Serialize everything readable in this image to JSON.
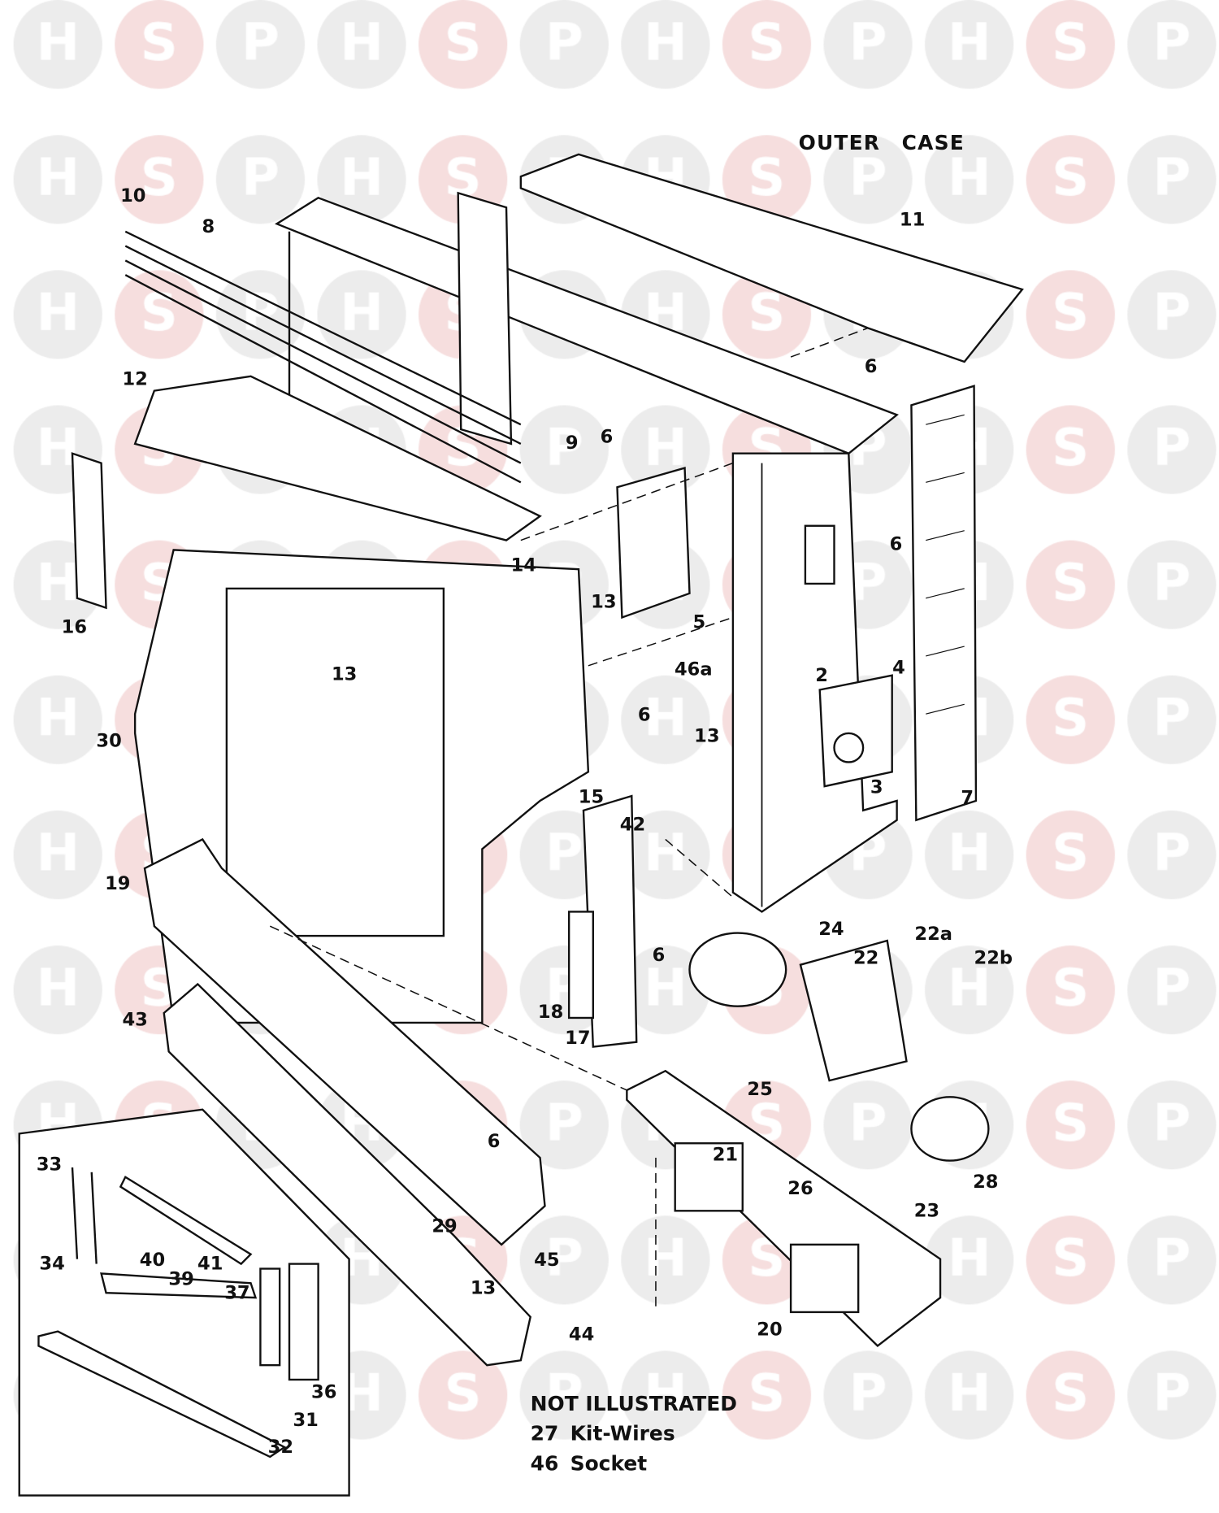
{
  "watermark": {
    "letters": [
      "H",
      "S",
      "P"
    ],
    "grey": "#ececec",
    "pink": "#f6dede"
  },
  "title": "OUTER CASE",
  "labels": [
    "10",
    "8",
    "11",
    "6",
    "12",
    "9",
    "6",
    "14",
    "16",
    "13",
    "5",
    "6",
    "13",
    "46a",
    "2",
    "4",
    "30",
    "6",
    "13",
    "3",
    "7",
    "15",
    "42",
    "19",
    "24",
    "22a",
    "22",
    "22b",
    "6",
    "18",
    "17",
    "43",
    "25",
    "21",
    "26",
    "28",
    "23",
    "6",
    "33",
    "29",
    "45",
    "34",
    "40",
    "39",
    "41",
    "37",
    "13",
    "44",
    "20",
    "36",
    "31",
    "32"
  ],
  "not_illustrated": {
    "heading": "NOT ILLUSTRATED",
    "items": [
      {
        "number": "27",
        "name": "Kit-Wires"
      },
      {
        "number": "46",
        "name": "Socket"
      }
    ]
  }
}
